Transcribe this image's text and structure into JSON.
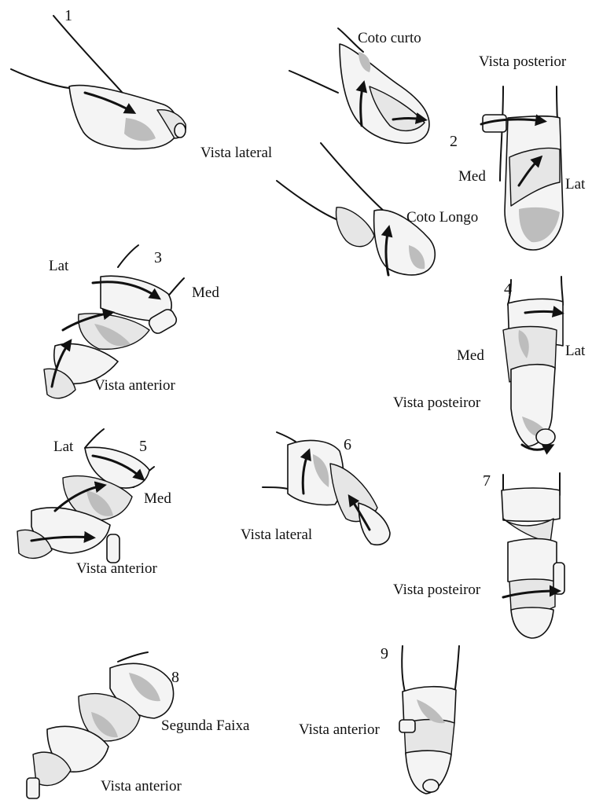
{
  "steps": [
    {
      "number": "1",
      "labels": [
        "Vista lateral"
      ]
    },
    {
      "number": "2",
      "labels": [
        "Coto curto",
        "Vista posterior",
        "Med",
        "Lat",
        "Coto Longo"
      ]
    },
    {
      "number": "3",
      "labels": [
        "Lat",
        "Med",
        "Vista anterior"
      ]
    },
    {
      "number": "4",
      "labels": [
        "Med",
        "Lat",
        "Vista posteiror"
      ]
    },
    {
      "number": "5",
      "labels": [
        "Lat",
        "Med",
        "Vista anterior"
      ]
    },
    {
      "number": "6",
      "labels": [
        "Vista lateral"
      ]
    },
    {
      "number": "7",
      "labels": [
        "Vista posteiror"
      ]
    },
    {
      "number": "8",
      "labels": [
        "Segunda Faixa",
        "Vista anterior"
      ]
    },
    {
      "number": "9",
      "labels": [
        "Vista anterior"
      ]
    }
  ]
}
